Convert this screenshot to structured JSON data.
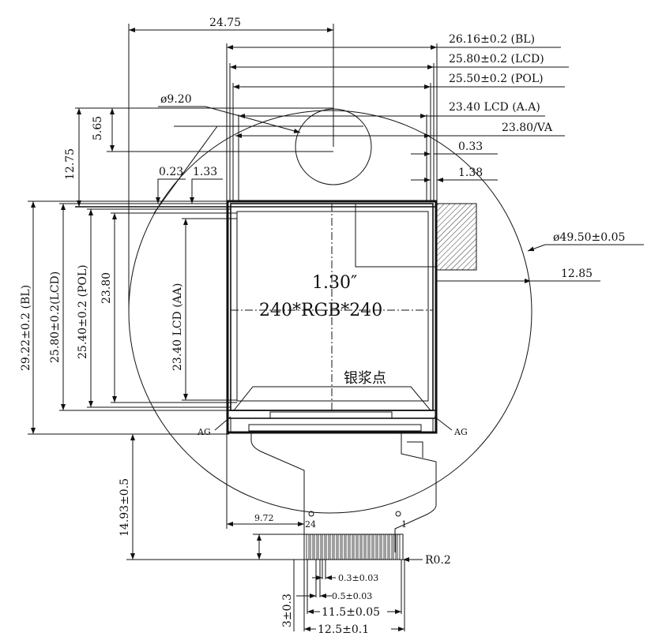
{
  "drawing": {
    "top_dims": {
      "d1": "24.75",
      "d2": "26.16±0.2 (BL)",
      "d3": "25.80±0.2 (LCD)",
      "d4": "25.50±0.2 (POL)",
      "d5": "23.40 LCD (A.A)",
      "d6": "23.80/VA",
      "d7": "0.33",
      "d8": "1.38",
      "hole": "ø9.20",
      "d9": "5.65",
      "d10": "12.75",
      "d11": "0.23",
      "d12": "1.33"
    },
    "right_dims": {
      "circle": "ø49.50±0.05",
      "offset": "12.85"
    },
    "left_dims": {
      "bl": "29.22±0.2 (BL)",
      "lcd": "25.80±0.2(LCD)",
      "pol": "25.40±0.2 (POL)",
      "va": "23.80",
      "aa": "23.40 LCD (AA)"
    },
    "center": {
      "size": "1.30″",
      "resolution": "240*RGB*240",
      "silver_paste": "银浆点"
    },
    "ag_left": "AG",
    "ag_right": "AG",
    "fpc": {
      "pin_first": "24",
      "pin_last": "1",
      "offset": "9.72",
      "length": "14.93±0.5",
      "radius": "R0.2",
      "width_pin": "0.3±0.03",
      "pitch": "0.5±0.03",
      "span": "11.5±0.05",
      "total": "12.5±0.1",
      "stiffener": "3±0.3"
    }
  }
}
